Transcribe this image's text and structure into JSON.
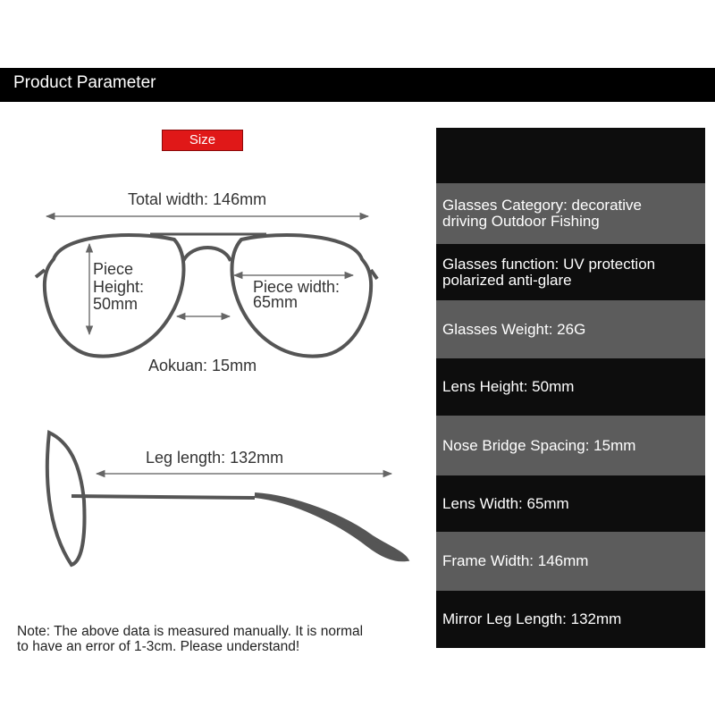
{
  "header": {
    "title": "Product Parameter"
  },
  "size_badge": "Size",
  "diagram": {
    "total_width": "Total width: 146mm",
    "piece_height": [
      "Piece",
      "Height:",
      "50mm"
    ],
    "piece_width": [
      "Piece width:",
      "65mm"
    ],
    "aokuan": "Aokuan: 15mm",
    "leg_length": "Leg length: 132mm"
  },
  "note": {
    "line1": "Note: The above data is measured manually. It is normal",
    "line2": "to have an error of 1-3cm. Please understand!"
  },
  "table": {
    "rows": [
      {
        "lines": [
          "Glasses Category: decorative",
          "driving Outdoor Fishing"
        ]
      },
      {
        "lines": [
          "Glasses function: UV protection",
          "polarized anti-glare"
        ]
      },
      {
        "lines": [
          "Glasses Weight: 26G"
        ]
      },
      {
        "lines": [
          "Lens Height: 50mm"
        ]
      },
      {
        "lines": [
          "Nose Bridge Spacing: 15mm"
        ]
      },
      {
        "lines": [
          "Lens Width: 65mm"
        ]
      },
      {
        "lines": [
          "Frame Width: 146mm"
        ]
      },
      {
        "lines": [
          "Mirror Leg Length: 132mm"
        ]
      }
    ]
  },
  "colors": {
    "header_bg": "#000000",
    "badge_red": "#e01818",
    "row_dark": "#0d0d0d",
    "row_grey": "#5c5c5c",
    "outline": "#555555"
  }
}
